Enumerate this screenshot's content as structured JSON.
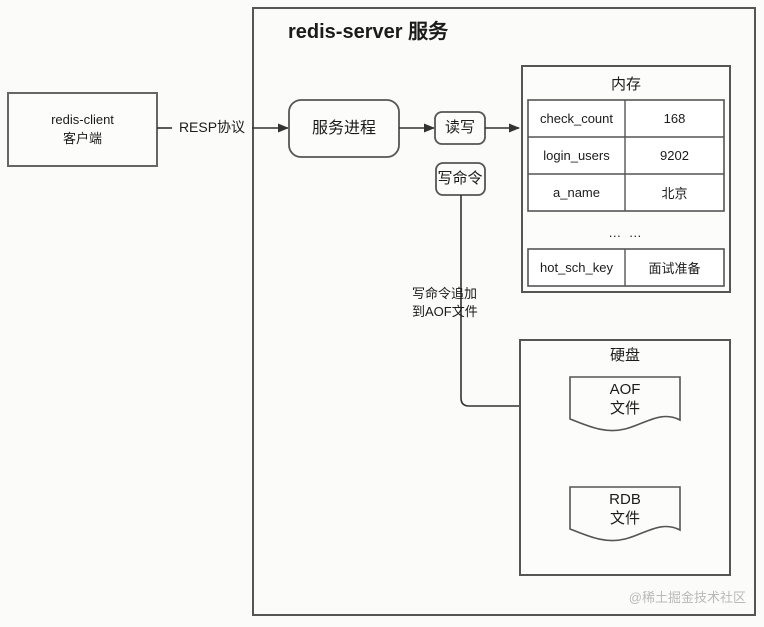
{
  "page": {
    "background": "#fbfbfa",
    "line_color": "#4a4a4a",
    "text_color": "#1b1b1b",
    "watermark": "@稀土掘金技术社区"
  },
  "client": {
    "line1": "redis-client",
    "line2": "客户端"
  },
  "connector": {
    "protocol_label": "RESP协议",
    "read_write_label": "读写",
    "write_command_label": "写命令",
    "aof_note_line1": "写命令追加",
    "aof_note_line2": "到AOF文件"
  },
  "server": {
    "title": "redis-server 服务",
    "process_label": "服务进程"
  },
  "memory": {
    "title": "内存",
    "separator": "… …",
    "rows": [
      {
        "key": "check_count",
        "value": "168"
      },
      {
        "key": "login_users",
        "value": "9202"
      },
      {
        "key": "a_name",
        "value": "北京"
      }
    ],
    "extra_rows": [
      {
        "key": "hot_sch_key",
        "value": "面试准备"
      }
    ]
  },
  "disk": {
    "title": "硬盘",
    "files": [
      {
        "line1": "AOF",
        "line2": "文件"
      },
      {
        "line1": "RDB",
        "line2": "文件"
      }
    ]
  }
}
